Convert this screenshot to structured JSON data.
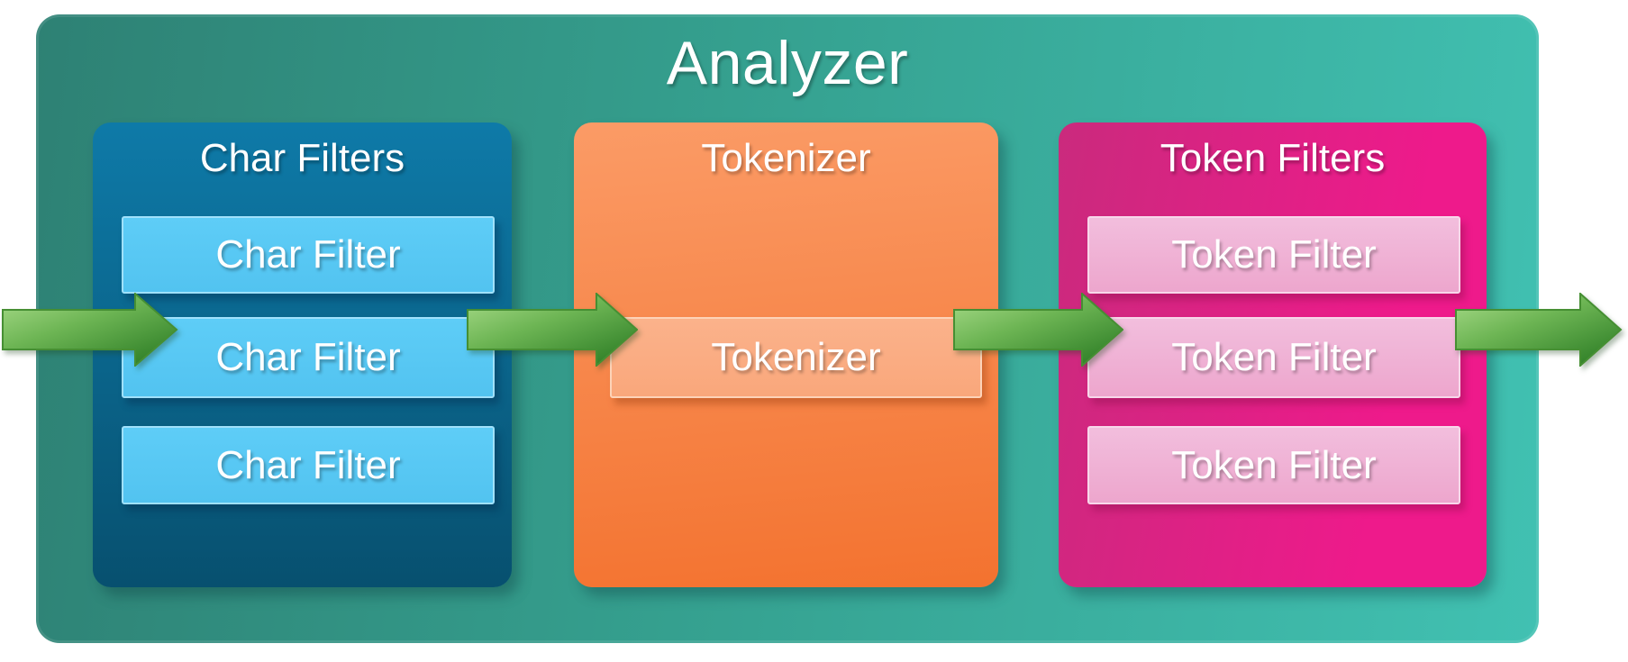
{
  "diagram": {
    "title": "Analyzer",
    "panels": [
      {
        "id": "char-filters",
        "title": "Char Filters",
        "items": [
          "Char Filter",
          "Char Filter",
          "Char Filter"
        ]
      },
      {
        "id": "tokenizer",
        "title": "Tokenizer",
        "items": [
          "Tokenizer"
        ]
      },
      {
        "id": "token-filters",
        "title": "Token Filters",
        "items": [
          "Token Filter",
          "Token Filter",
          "Token Filter"
        ]
      }
    ],
    "flow": {
      "direction": "left-to-right",
      "arrows": [
        "input-arrow",
        "char-filters-to-tokenizer-arrow",
        "tokenizer-to-token-filters-arrow",
        "output-arrow"
      ]
    },
    "colors": {
      "outer-teal-left": "#2e8174",
      "outer-teal-right": "#41c1b2",
      "charfilters-top": "#0e7aa8",
      "charfilters-bottom": "#07506f",
      "charbox-fill": "#5ecdf7",
      "charbox-border": "#a0e1fb",
      "tokenizer-top": "#fb9b66",
      "tokenizer-bottom": "#f3722f",
      "tokenizerbox-fill": "#fbb28b",
      "tokenizerbox-border": "#fdd3b8",
      "tokenfilters-left": "#ca2a7d",
      "tokenfilters-right": "#ee1a8b",
      "tokenbox-top": "#f2bedd",
      "tokenbox-bottom": "#eda6cd",
      "tokenbox-border": "#f8d7ea",
      "arrow-light": "#a9dc8a",
      "arrow-mid": "#6db554",
      "arrow-dark": "#2e7e26",
      "arrow-stroke": "#468f33",
      "text": "#ffffff"
    }
  }
}
